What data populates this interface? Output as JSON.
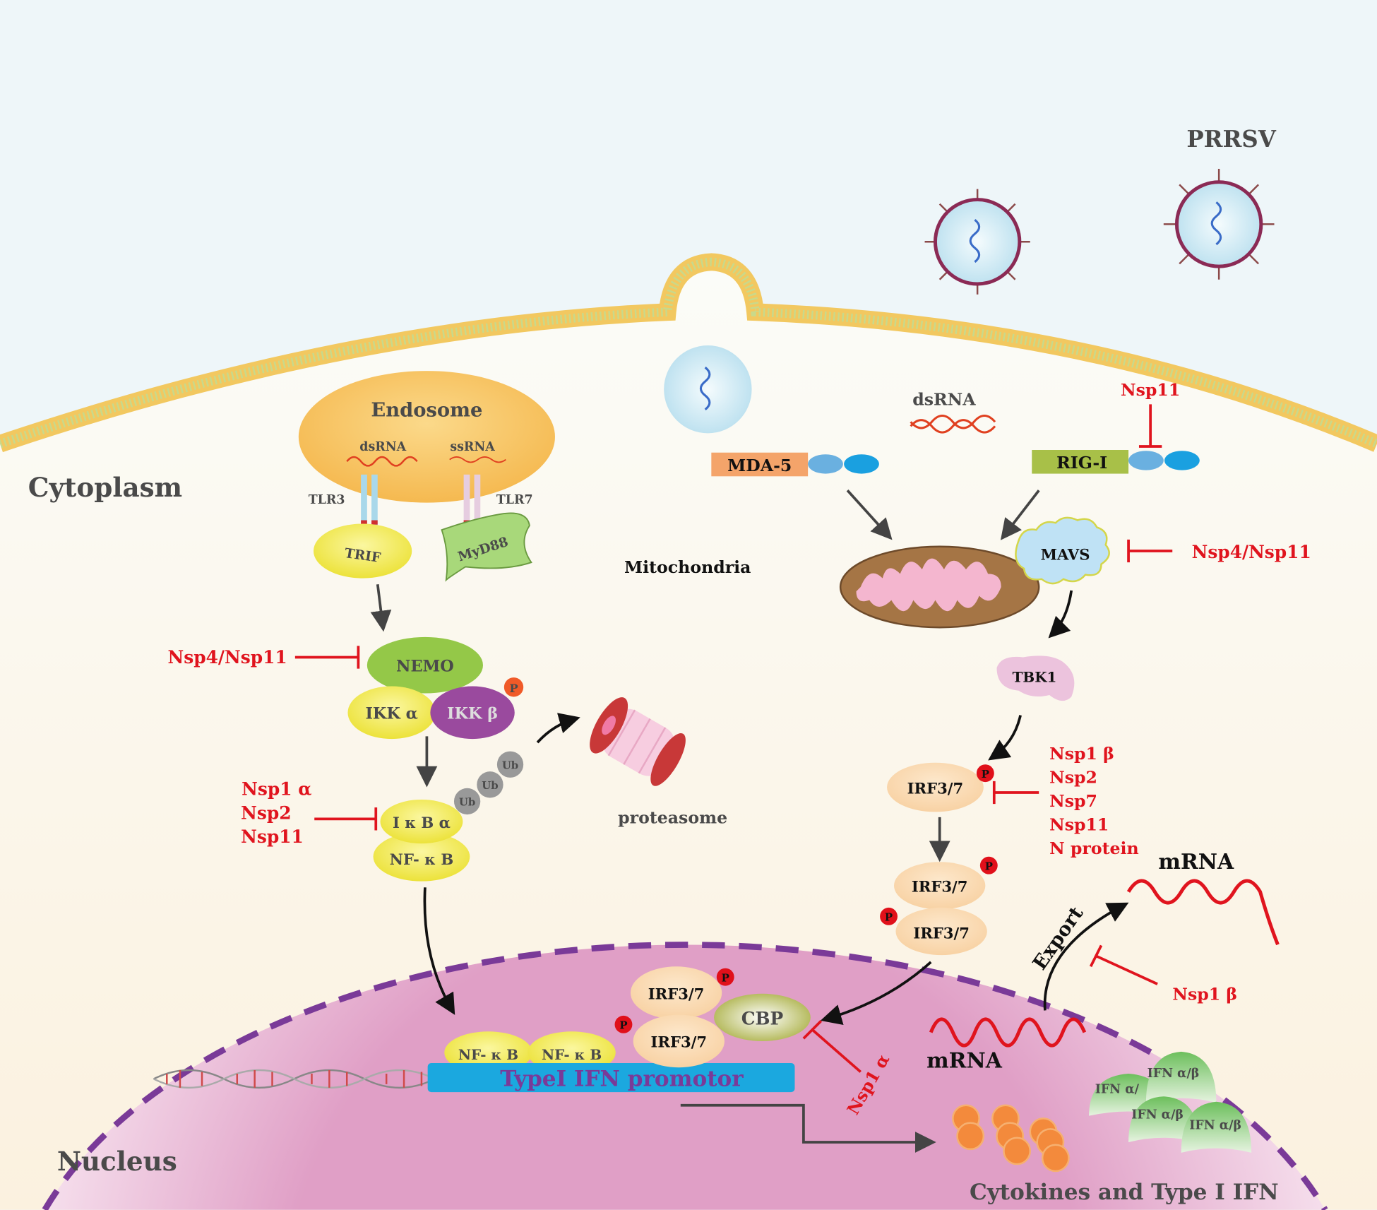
{
  "labels": {
    "virus": "PRRSV",
    "cytoplasm": "Cytoplasm",
    "nucleus": "Nucleus",
    "endosome": "Endosome",
    "endo_dsrna": "dsRNA",
    "endo_ssrna": "ssRNA",
    "tlr3": "TLR3",
    "tlr7": "TLR7",
    "trif": "TRIF",
    "myd88": "MyD88",
    "mitochondria": "Mitochondria",
    "cyto_dsrna": "dsRNA",
    "mda5": "MDA-5",
    "rigi": "RIG-I",
    "mavs": "MAVS",
    "tbk1": "TBK1",
    "nemo": "NEMO",
    "ikka": "IKK α",
    "ikkb": "IKK β",
    "ub": "Ub",
    "proteasome": "proteasome",
    "ikba": "I κ B α",
    "nfkb": "NF- κ B",
    "irf": "IRF3/7",
    "p": "P",
    "cbp": "CBP",
    "promotor": "TypeI IFN promotor",
    "mrna_cyto": "mRNA",
    "mrna_nuc": "mRNA",
    "export": "Export",
    "ifn": "IFN α/β",
    "ifn_partial": "IFN α/",
    "cytokines": "Cytokines and Type I IFN"
  },
  "inhibitors": {
    "rigi": "Nsp11",
    "mavs": "Nsp4/Nsp11",
    "nemo": "Nsp4/Nsp11",
    "ikba": [
      "Nsp1 α",
      "Nsp2",
      "Nsp11"
    ],
    "irf": [
      "Nsp1 β",
      "Nsp2",
      "Nsp7",
      "Nsp11",
      "N protein"
    ],
    "export": "Nsp1 β",
    "cbp": "Nsp1 α"
  },
  "colors": {
    "inhibitor": "#e0141e",
    "membrane": "#f2c860",
    "nucleus": "#e1a3c8",
    "nuclear_envelope": "#7a3a98"
  }
}
